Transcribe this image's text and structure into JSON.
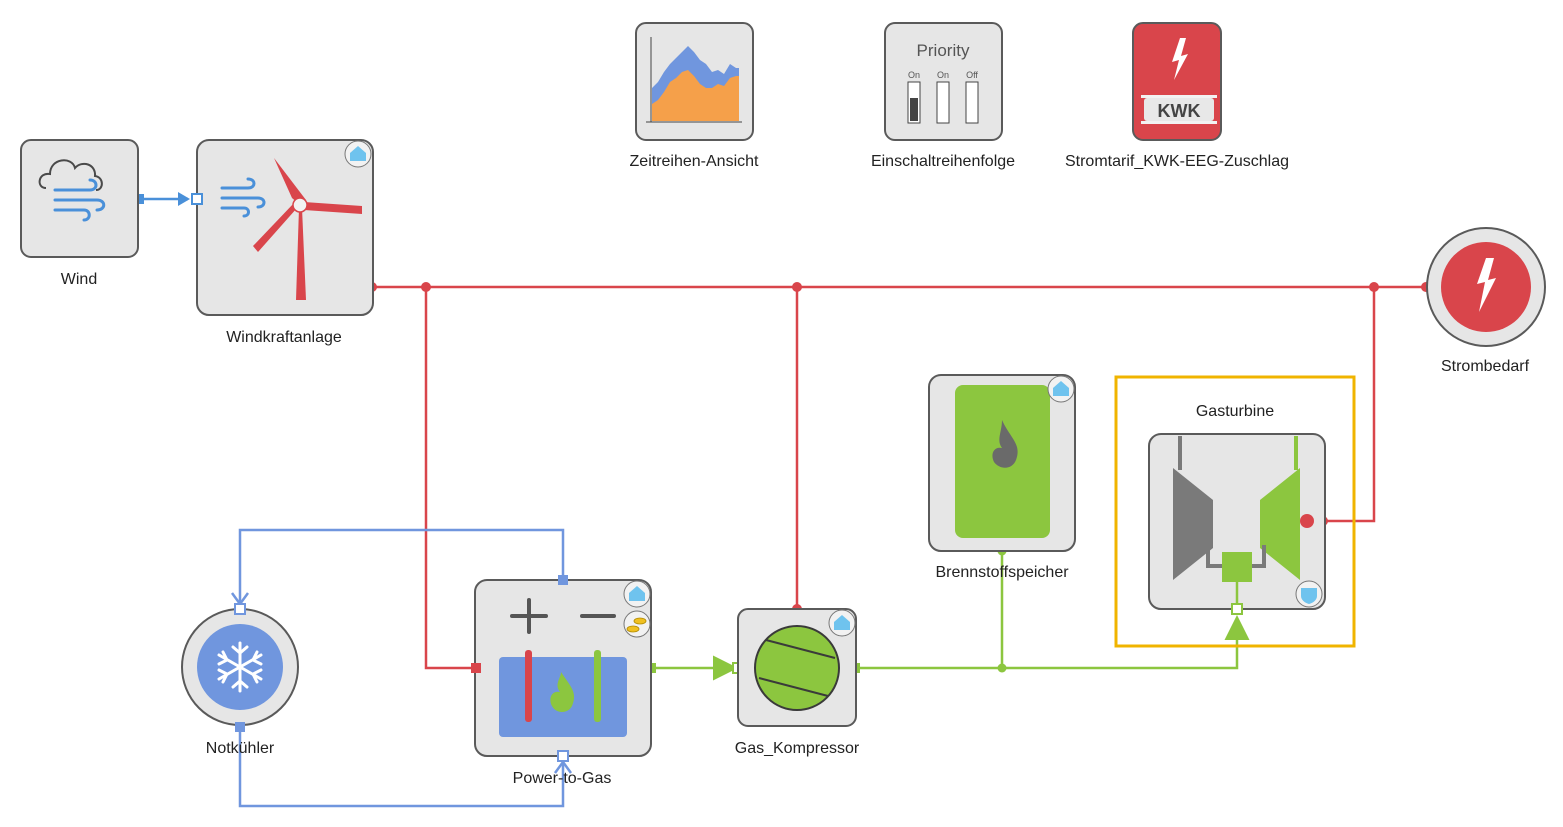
{
  "components": {
    "wind": {
      "label": "Wind"
    },
    "windkraftanlage": {
      "label": "Windkraftanlage"
    },
    "zeitreihen": {
      "label": "Zeitreihen-Ansicht"
    },
    "einschalt": {
      "label": "Einschaltreihenfolge",
      "title": "Priority",
      "states": [
        "On",
        "On",
        "Off"
      ]
    },
    "stromtarif": {
      "label": "Stromtarif_KWK-EEG-Zuschlag",
      "badge": "KWK"
    },
    "strombedarf": {
      "label": "Strombedarf"
    },
    "brennstoffspeicher": {
      "label": "Brennstoffspeicher"
    },
    "gasturbine": {
      "label": "Gasturbine"
    },
    "notkuehler": {
      "label": "Notkühler"
    },
    "power_to_gas": {
      "label": "Power-to-Gas"
    },
    "gas_kompressor": {
      "label": "Gas_Kompressor"
    }
  },
  "colors": {
    "electric": "#d9454b",
    "gas": "#8cc63f",
    "water": "#7096de",
    "wind": "#4a90d9",
    "selection": "#f0b400",
    "node_fill": "#e6e6e6",
    "node_stroke": "#5a5a5a"
  }
}
